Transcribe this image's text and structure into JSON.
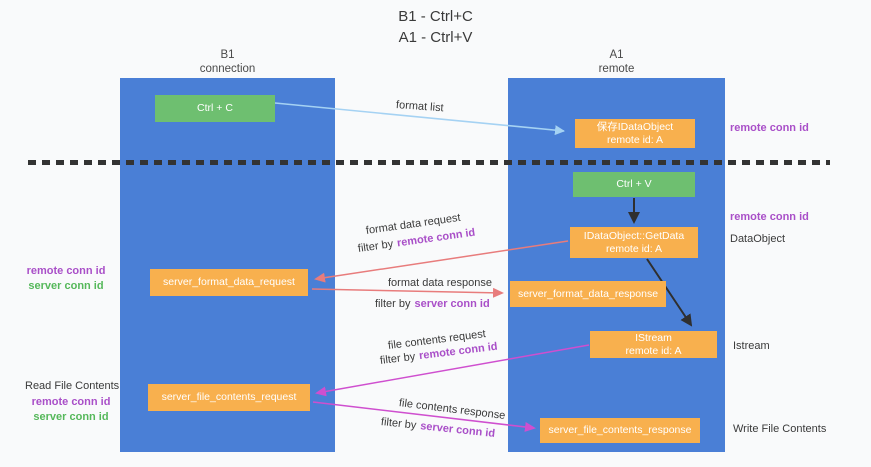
{
  "title": {
    "line1": "B1 - Ctrl+C",
    "line2": "A1 - Ctrl+V"
  },
  "lanes": {
    "left": {
      "title": "B1",
      "subtitle": "connection"
    },
    "right": {
      "title": "A1",
      "subtitle": "remote"
    }
  },
  "nodes": {
    "ctrl_c": {
      "label": "Ctrl + C"
    },
    "save_dataobject": {
      "line1": "保存IDataObject",
      "line2": "remote id: A"
    },
    "ctrl_v": {
      "label": "Ctrl + V"
    },
    "getdata": {
      "line1": "IDataObject::GetData",
      "line2": "remote id: A"
    },
    "server_format_data_request": {
      "label": "server_format_data_request"
    },
    "server_format_data_response": {
      "label": "server_format_data_response"
    },
    "istream": {
      "line1": "IStream",
      "line2": "remote id: A"
    },
    "server_file_contents_request": {
      "label": "server_file_contents_request"
    },
    "server_file_contents_response": {
      "label": "server_file_contents_response"
    }
  },
  "edges": {
    "format_list": "format list",
    "format_data_request": "format data request",
    "format_data_response": "format data response",
    "file_contents_request": "file contents request",
    "file_contents_response": "file contents response",
    "filter_by": "filter by",
    "remote_conn_id": "remote conn id",
    "server_conn_id": "server conn id"
  },
  "side_labels": {
    "right_remote_conn_id_1": "remote conn id",
    "right_remote_conn_id_2": "remote conn id",
    "dataobject": "DataObject",
    "istream": "Istream",
    "write_file_contents": "Write File Contents",
    "left_remote_conn_id_1": "remote conn id",
    "left_server_conn_id_1": "server conn id",
    "read_file_contents": "Read File Contents",
    "left_remote_conn_id_2": "remote conn id",
    "left_server_conn_id_2": "server conn id"
  },
  "colors": {
    "lane_blue": "#4a7fd6",
    "box_green": "#6ebf70",
    "box_orange": "#f8b04e",
    "label_purple": "#a94fc8",
    "label_green": "#55b85a",
    "arrow_red": "#e87c7c",
    "arrow_magenta": "#cf4fcf",
    "arrow_blue": "#a5d2f3",
    "arrow_black": "#2f2f2f"
  }
}
